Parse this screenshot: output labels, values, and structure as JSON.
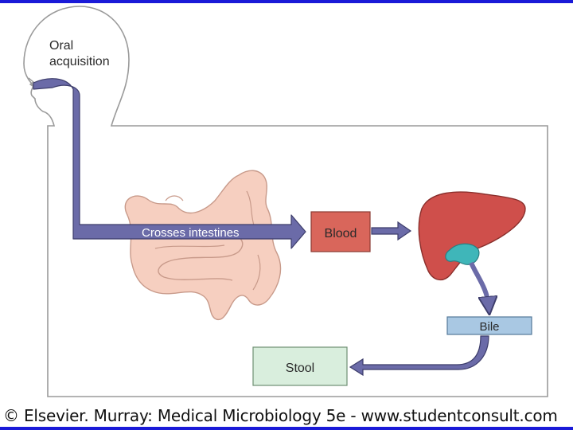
{
  "labels": {
    "oral_acquisition_line1": "Oral",
    "oral_acquisition_line2": "acquisition",
    "crosses_intestines": "Crosses intestines",
    "blood": "Blood",
    "bile": "Bile",
    "stool": "Stool"
  },
  "credit": "© Elsevier. Murray: Medical Microbiology 5e - www.studentconsult.com",
  "colors": {
    "frame_bar": "#1a1ad8",
    "pathway_arrow": "#6b6ba8",
    "intestine_fill": "#f6cfc0",
    "intestine_stroke": "#c89a8a",
    "blood_box": "#d9665b",
    "liver": "#cf4f4b",
    "gallbladder": "#3fb6b9",
    "bile_box": "#a9c8e3",
    "stool_box": "#d9eedd"
  },
  "icons": {
    "head": "head-silhouette-icon",
    "intestines": "intestines-icon",
    "liver": "liver-icon"
  }
}
